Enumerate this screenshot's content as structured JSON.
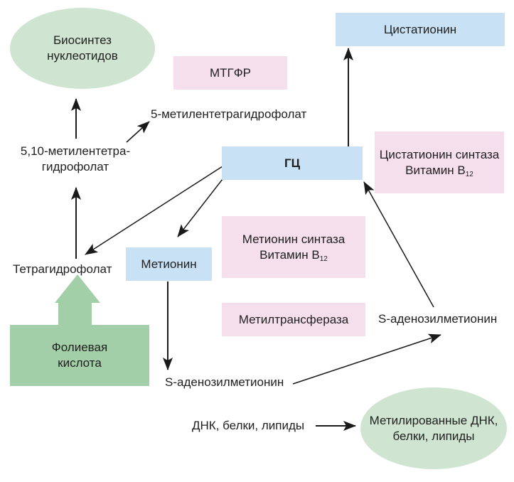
{
  "nodes": {
    "biosynthesis": {
      "line1": "Биосинтез",
      "line2": "нуклеотидов"
    },
    "mtgfr": "МТГФР",
    "methyl5": "5-метилентетрагидрофолат",
    "cystathionine": "Цистатионин",
    "methylene510": {
      "line1": "5,10-метилентетра-",
      "line2": "гидрофолат"
    },
    "hc": "ГЦ",
    "cbs": {
      "line1": "Цистатионин синтаза",
      "line2_prefix": "Витамин B",
      "line2_sub": "12"
    },
    "thf": "Тетрагидрофолат",
    "methionine": "Метионин",
    "ms": {
      "line1": "Метионин синтаза",
      "line2_prefix": "Витамин B",
      "line2_sub": "12"
    },
    "methyltransferase": "Метилтрансфераза",
    "sam_right": "S-аденозилметионин",
    "folic": {
      "line1": "Фолиевая",
      "line2": "кислота"
    },
    "sam_left": "S-аденозилметионин",
    "substrates": "ДНК, белки, липиды",
    "methylated": {
      "line1": "Метилированные ДНК,",
      "line2": "белки, липиды"
    }
  },
  "colors": {
    "substance_box": "#c8e1f4",
    "enzyme_box": "#f6dfec",
    "outcome_ellipse": "#cfe5d1",
    "folic_acid": "#a3cfa8",
    "arrow": "#1a1a1a"
  }
}
